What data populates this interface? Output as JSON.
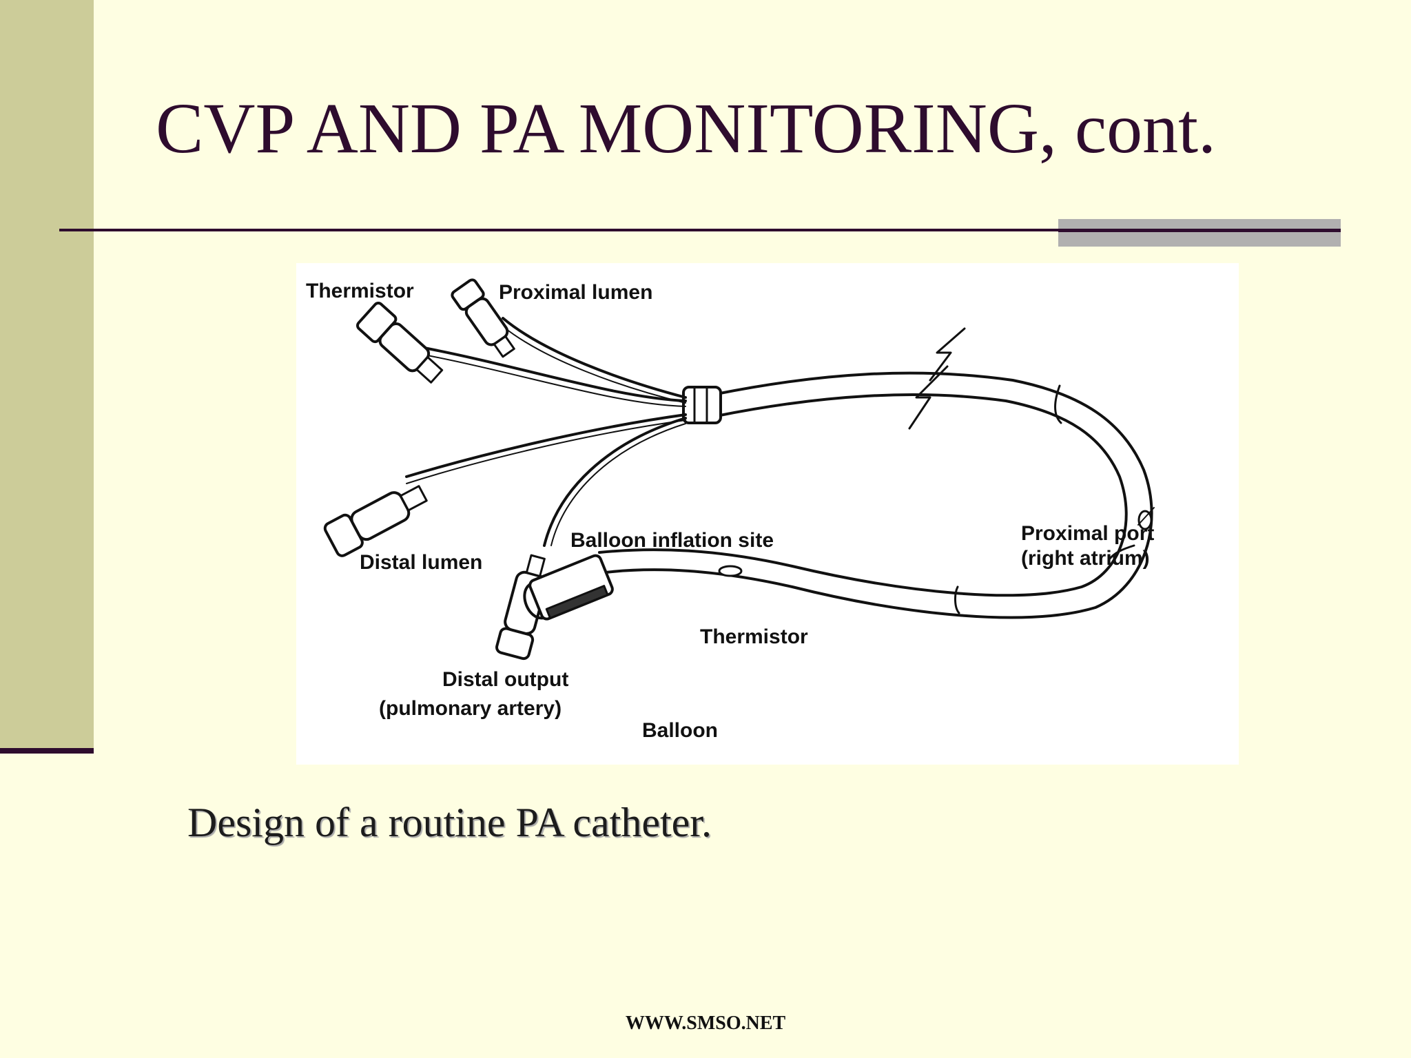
{
  "slide": {
    "title": "CVP AND PA MONITORING, cont.",
    "caption": "Design of a routine PA catheter.",
    "footer": "WWW.SMSO.NET"
  },
  "figure": {
    "labels": {
      "thermistor_top": "Thermistor",
      "proximal_lumen": "Proximal lumen",
      "distal_lumen": "Distal lumen",
      "balloon_inflation": "Balloon inflation site",
      "proximal_port_1": "Proximal port",
      "proximal_port_2": "(right atrium)",
      "thermistor_tip": "Thermistor",
      "distal_output_1": "Distal output",
      "distal_output_2": "(pulmonary artery)",
      "balloon": "Balloon"
    }
  }
}
